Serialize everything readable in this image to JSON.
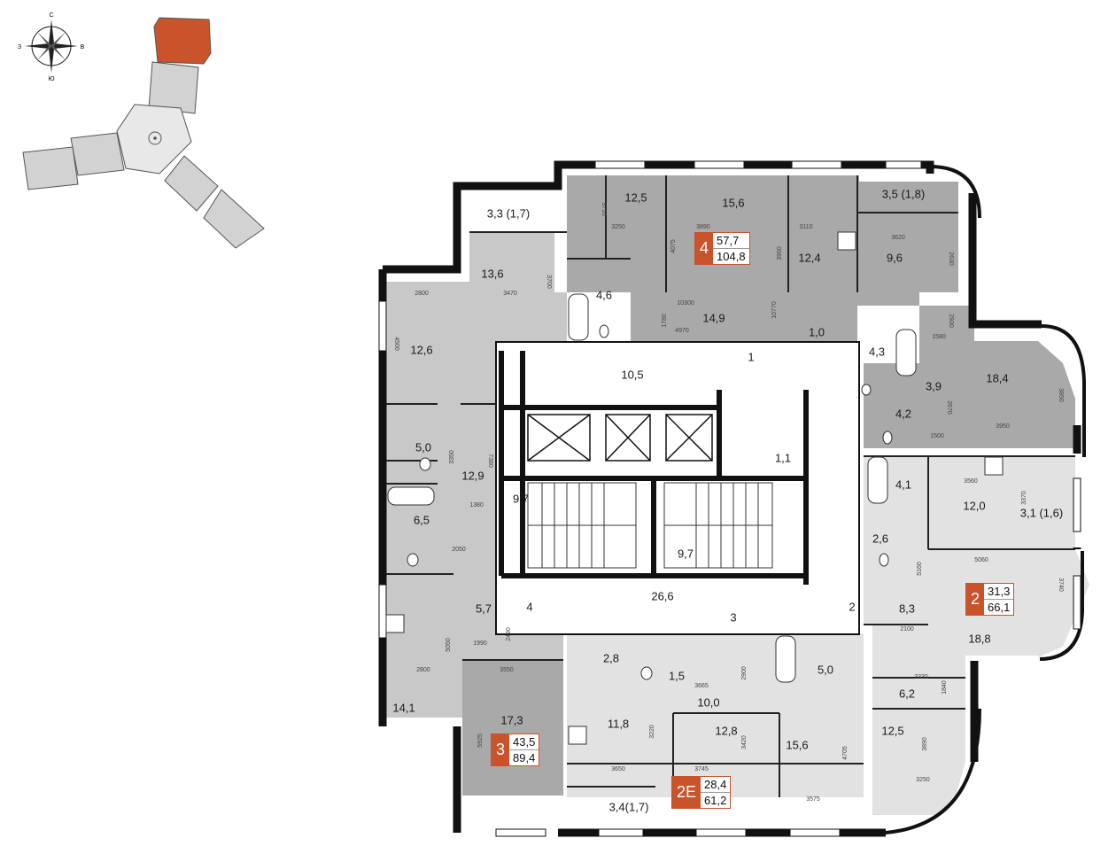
{
  "compass": {
    "n": "С",
    "s": "Ю",
    "w": "З",
    "e": "В"
  },
  "colors": {
    "accent": "#c9532a",
    "wall": "#111111",
    "apt_dark": "#a9a9a9",
    "apt_mid": "#c8c8c8",
    "apt_light": "#e2e2e2",
    "corridor": "#ffffff"
  },
  "apartments": {
    "apt4": {
      "number": "4",
      "living": "57,7",
      "total": "104,8"
    },
    "apt3": {
      "number": "3",
      "living": "43,5",
      "total": "89,4"
    },
    "apt2": {
      "number": "2",
      "living": "31,3",
      "total": "66,1"
    },
    "apt2e": {
      "number": "2Е",
      "living": "28,4",
      "total": "61,2"
    }
  },
  "rooms": {
    "r1": "12,5",
    "r2": "15,6",
    "r3": "3,5 (1,8)",
    "r4": "3,3 (1,7)",
    "r5": "12,4",
    "r6": "9,6",
    "r7": "13,6",
    "r8": "4,6",
    "r9": "14,9",
    "r10": "1,0",
    "r11": "4,3",
    "r12": "18,4",
    "r13": "3,9",
    "r14": "4,2",
    "r15": "12,6",
    "r16": "10,5",
    "r17": "1,1",
    "r18": "5,0",
    "r19": "12,9",
    "r20": "9,7",
    "r21": "9,7",
    "r22": "4,1",
    "r23": "12,0",
    "r24": "3,1 (1,6)",
    "r25": "6,5",
    "r26": "2,6",
    "r27": "26,6",
    "r28": "5,7",
    "r29": "8,3",
    "r30": "18,8",
    "r31": "2,8",
    "r32": "1,5",
    "r33": "5,0",
    "r34": "14,1",
    "r35": "17,3",
    "r36": "10,0",
    "r37": "6,2",
    "r38": "11,8",
    "r39": "12,8",
    "r40": "15,6",
    "r41": "12,5",
    "r42": "3,4(1,7)"
  },
  "core_numbers": {
    "c1": "1",
    "c2": "2",
    "c3": "3",
    "c4": "4"
  },
  "dims": {
    "d1": "3710",
    "d2": "3250",
    "d3": "3890",
    "d4": "4075",
    "d5": "3950",
    "d6": "3110",
    "d7": "3620",
    "d8": "2630",
    "d9": "10300",
    "d10": "10770",
    "d11": "1780",
    "d12": "4970",
    "d13": "2930",
    "d14": "1580",
    "d15": "3850",
    "d16": "2670",
    "d17": "1500",
    "d18": "3950",
    "d19": "2800",
    "d20": "3470",
    "d21": "3700",
    "d22": "4500",
    "d23": "7380",
    "d24": "3350",
    "d25": "1380",
    "d26": "2050",
    "d27": "3560",
    "d28": "3370",
    "d29": "5060",
    "d30": "5160",
    "d31": "3740",
    "d32": "2100",
    "d33": "1990",
    "d34": "2490",
    "d35": "5050",
    "d36": "2800",
    "d37": "3550",
    "d38": "3665",
    "d39": "2900",
    "d40": "3330",
    "d41": "1840",
    "d42": "3220",
    "d43": "3420",
    "d44": "4705",
    "d45": "3890",
    "d46": "5925",
    "d47": "3650",
    "d48": "3745",
    "d49": "3575",
    "d50": "3250"
  }
}
